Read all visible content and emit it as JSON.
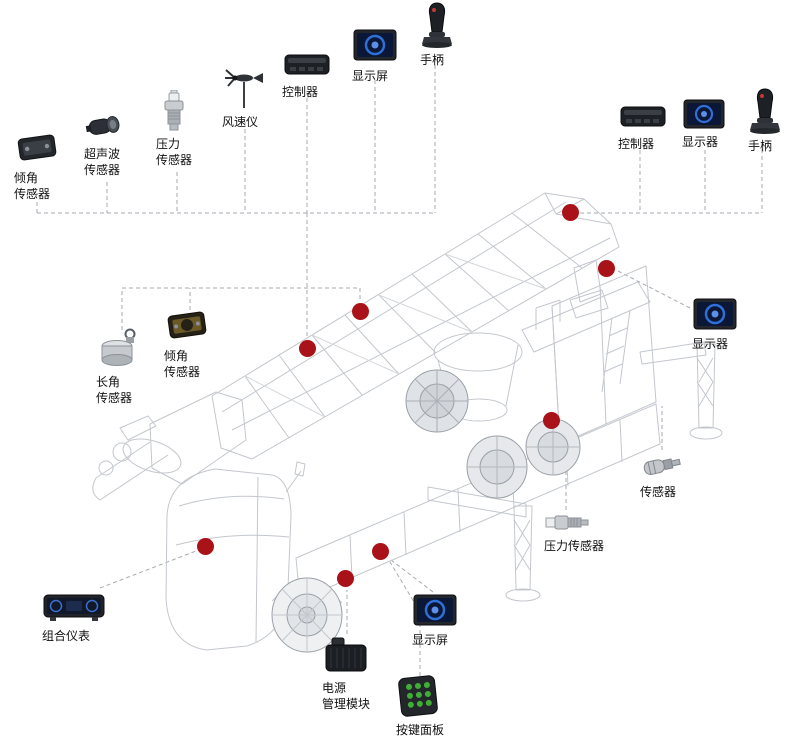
{
  "marker_color": "#a81218",
  "components": [
    {
      "id": "tilt-sensor-top",
      "label": "倾角\n传感器"
    },
    {
      "id": "ultrasonic-sensor",
      "label": "超声波\n传感器"
    },
    {
      "id": "pressure-sensor-top",
      "label": "压力\n传感器"
    },
    {
      "id": "anemometer",
      "label": "风速仪"
    },
    {
      "id": "controller-top",
      "label": "控制器"
    },
    {
      "id": "display-top",
      "label": "显示屏"
    },
    {
      "id": "joystick-top",
      "label": "手柄"
    },
    {
      "id": "controller-right",
      "label": "控制器"
    },
    {
      "id": "display-right-top",
      "label": "显示器"
    },
    {
      "id": "joystick-right",
      "label": "手柄"
    },
    {
      "id": "display-right-mid",
      "label": "显示器"
    },
    {
      "id": "sensor-right",
      "label": "传感器"
    },
    {
      "id": "pressure-sensor-right",
      "label": "压力传感器"
    },
    {
      "id": "draw-wire-sensor",
      "label": "长角\n传感器"
    },
    {
      "id": "tilt-sensor-mid",
      "label": "倾角\n传感器"
    },
    {
      "id": "instrument-cluster",
      "label": "组合仪表"
    },
    {
      "id": "power-module",
      "label": "电源\n管理模块"
    },
    {
      "id": "keypad",
      "label": "按键面板"
    },
    {
      "id": "display-bottom",
      "label": "显示屏"
    }
  ]
}
